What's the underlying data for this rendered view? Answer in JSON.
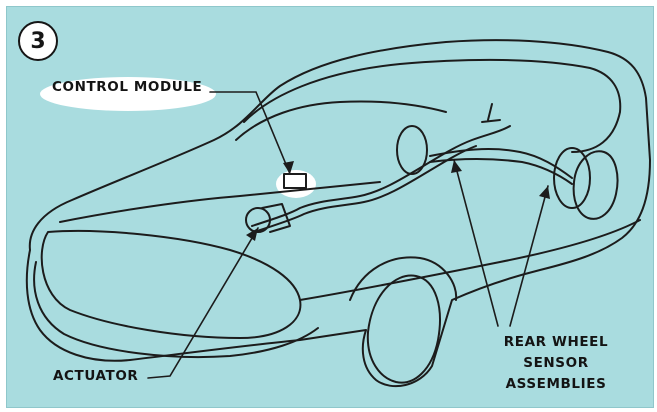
{
  "figure": {
    "number": "3"
  },
  "labels": {
    "control_module": "CONTROL MODULE",
    "actuator": "ACTUATOR",
    "rear_wheel_lines": [
      "REAR WHEEL",
      "SENSOR",
      "ASSEMBLIES"
    ]
  },
  "colors": {
    "background": "#a9dcdf",
    "line_art": "#1c1c1c",
    "highlight": "#ffffff"
  }
}
